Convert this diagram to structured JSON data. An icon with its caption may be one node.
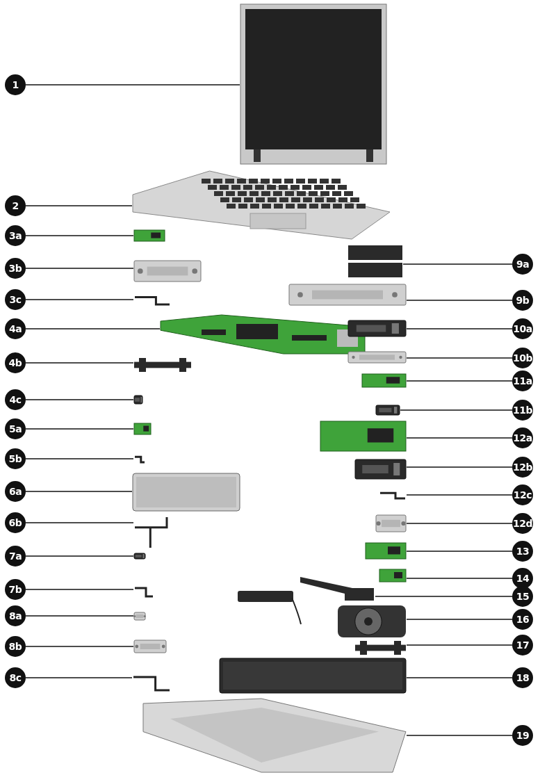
{
  "diagram": {
    "nodes": [
      {
        "text": [
          "1"
        ]
      },
      {
        "text": [],
        "shape": "picture"
      },
      {
        "text": [
          "2"
        ]
      },
      {
        "text": [],
        "shape": "picture"
      },
      {
        "text": [
          "3a"
        ]
      },
      {
        "text": [],
        "shape": "picture"
      },
      {
        "text": [
          "3b"
        ]
      },
      {
        "text": [],
        "shape": "picture"
      },
      {
        "text": [
          "3c"
        ]
      },
      {
        "text": [],
        "shape": "picture"
      },
      {
        "text": [
          "4a"
        ]
      },
      {
        "text": [],
        "shape": "picture"
      },
      {
        "text": [
          "4b"
        ]
      },
      {
        "text": [],
        "shape": "picture"
      },
      {
        "text": [
          "4c"
        ]
      },
      {
        "text": [],
        "shape": "picture"
      },
      {
        "text": [
          "5a"
        ]
      },
      {
        "text": [],
        "shape": "picture"
      },
      {
        "text": [
          "5b"
        ]
      },
      {
        "text": [],
        "shape": "picture"
      },
      {
        "text": [
          "6a"
        ]
      },
      {
        "text": [],
        "shape": "picture"
      },
      {
        "text": [
          "6b"
        ]
      },
      {
        "text": [],
        "shape": "picture"
      },
      {
        "text": [
          "7a"
        ]
      },
      {
        "text": [],
        "shape": "picture"
      },
      {
        "text": [
          "7b"
        ]
      },
      {
        "text": [],
        "shape": "picture"
      },
      {
        "text": [
          "8a"
        ]
      },
      {
        "text": [],
        "shape": "picture"
      },
      {
        "text": [
          "8b"
        ]
      },
      {
        "text": [],
        "shape": "picture"
      },
      {
        "text": [
          "8c"
        ]
      },
      {
        "text": [],
        "shape": "picture"
      },
      {
        "text": [
          "9a"
        ]
      },
      {
        "text": [],
        "shape": "picture"
      },
      {
        "text": [
          "9b"
        ]
      },
      {
        "text": [],
        "shape": "picture"
      },
      {
        "text": [
          "10a"
        ]
      },
      {
        "text": [],
        "shape": "picture"
      },
      {
        "text": [
          "10b"
        ]
      },
      {
        "text": [],
        "shape": "picture"
      },
      {
        "text": [
          "11a"
        ]
      },
      {
        "text": [],
        "shape": "picture"
      },
      {
        "text": [
          "11b"
        ]
      },
      {
        "text": [],
        "shape": "picture"
      },
      {
        "text": [
          "12a"
        ]
      },
      {
        "text": [],
        "shape": "picture"
      },
      {
        "text": [
          "12b"
        ]
      },
      {
        "text": [],
        "shape": "picture"
      },
      {
        "text": [
          "12c"
        ]
      },
      {
        "text": [],
        "shape": "picture"
      },
      {
        "text": [
          "12d"
        ]
      },
      {
        "text": [],
        "shape": "picture"
      },
      {
        "text": [
          "13"
        ]
      },
      {
        "text": [],
        "shape": "picture"
      },
      {
        "text": [
          "14"
        ]
      },
      {
        "text": [],
        "shape": "picture"
      },
      {
        "text": [
          "15"
        ]
      },
      {
        "text": [],
        "shape": "picture"
      },
      {
        "text": [
          "16"
        ]
      },
      {
        "text": [],
        "shape": "picture"
      },
      {
        "text": [
          "17"
        ]
      },
      {
        "text": [],
        "shape": "picture"
      },
      {
        "text": [
          "18"
        ]
      },
      {
        "text": [],
        "shape": "picture"
      },
      {
        "text": [
          "19"
        ]
      },
      {
        "text": [],
        "shape": "picture"
      }
    ],
    "edges": [
      {
        "from": 0,
        "to": 1,
        "arrow": "none"
      },
      {
        "from": 2,
        "to": 3,
        "arrow": "none"
      },
      {
        "from": 4,
        "to": 5,
        "arrow": "none"
      },
      {
        "from": 6,
        "to": 7,
        "arrow": "none"
      },
      {
        "from": 8,
        "to": 9,
        "arrow": "none"
      },
      {
        "from": 10,
        "to": 11,
        "arrow": "none"
      },
      {
        "from": 12,
        "to": 13,
        "arrow": "none"
      },
      {
        "from": 14,
        "to": 15,
        "arrow": "none"
      },
      {
        "from": 16,
        "to": 17,
        "arrow": "none"
      },
      {
        "from": 18,
        "to": 19,
        "arrow": "none"
      },
      {
        "from": 20,
        "to": 21,
        "arrow": "none"
      },
      {
        "from": 22,
        "to": 23,
        "arrow": "none"
      },
      {
        "from": 24,
        "to": 25,
        "arrow": "none"
      },
      {
        "from": 26,
        "to": 27,
        "arrow": "none"
      },
      {
        "from": 28,
        "to": 29,
        "arrow": "none"
      },
      {
        "from": 30,
        "to": 31,
        "arrow": "none"
      },
      {
        "from": 32,
        "to": 33,
        "arrow": "none"
      },
      {
        "from": 34,
        "to": 35,
        "arrow": "none"
      },
      {
        "from": 36,
        "to": 37,
        "arrow": "none"
      },
      {
        "from": 38,
        "to": 39,
        "arrow": "none"
      },
      {
        "from": 40,
        "to": 41,
        "arrow": "none"
      },
      {
        "from": 42,
        "to": 43,
        "arrow": "none"
      },
      {
        "from": 44,
        "to": 45,
        "arrow": "none"
      },
      {
        "from": 46,
        "to": 47,
        "arrow": "none"
      },
      {
        "from": 48,
        "to": 49,
        "arrow": "none"
      },
      {
        "from": 50,
        "to": 51,
        "arrow": "none"
      },
      {
        "from": 52,
        "to": 53,
        "arrow": "none"
      },
      {
        "from": 54,
        "to": 55,
        "arrow": "none"
      },
      {
        "from": 56,
        "to": 57,
        "arrow": "none"
      },
      {
        "from": 58,
        "to": 59,
        "arrow": "none"
      },
      {
        "from": 60,
        "to": 61,
        "arrow": "none"
      },
      {
        "from": 62,
        "to": 63,
        "arrow": "none"
      },
      {
        "from": 64,
        "to": 65,
        "arrow": "none"
      },
      {
        "from": 66,
        "to": 67,
        "arrow": "none"
      }
    ]
  }
}
